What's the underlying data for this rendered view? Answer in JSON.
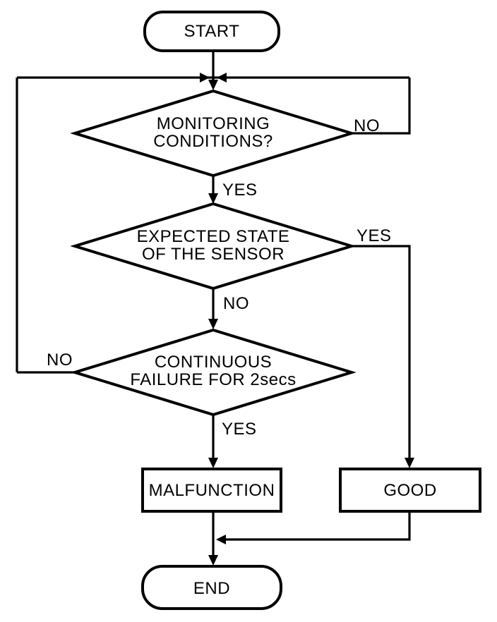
{
  "diagram": {
    "type": "flowchart",
    "colors": {
      "stroke": "#000000",
      "background": "#ffffff",
      "text": "#000000"
    },
    "nodes": {
      "start": {
        "type": "terminator",
        "label": "START"
      },
      "monitoring_conditions": {
        "type": "decision",
        "line1": "MONITORING",
        "line2": "CONDITIONS?"
      },
      "expected_state": {
        "type": "decision",
        "line1": "EXPECTED STATE",
        "line2": "OF THE SENSOR"
      },
      "continuous_failure": {
        "type": "decision",
        "line1": "CONTINUOUS",
        "line2": "FAILURE FOR 2secs"
      },
      "malfunction": {
        "type": "process",
        "label": "MALFUNCTION"
      },
      "good": {
        "type": "process",
        "label": "GOOD"
      },
      "end": {
        "type": "terminator",
        "label": "END"
      }
    },
    "edges": {
      "monitoring_no": {
        "label": "NO"
      },
      "monitoring_yes": {
        "label": "YES"
      },
      "expected_yes": {
        "label": "YES"
      },
      "expected_no": {
        "label": "NO"
      },
      "continuous_no": {
        "label": "NO"
      },
      "continuous_yes": {
        "label": "YES"
      }
    }
  }
}
